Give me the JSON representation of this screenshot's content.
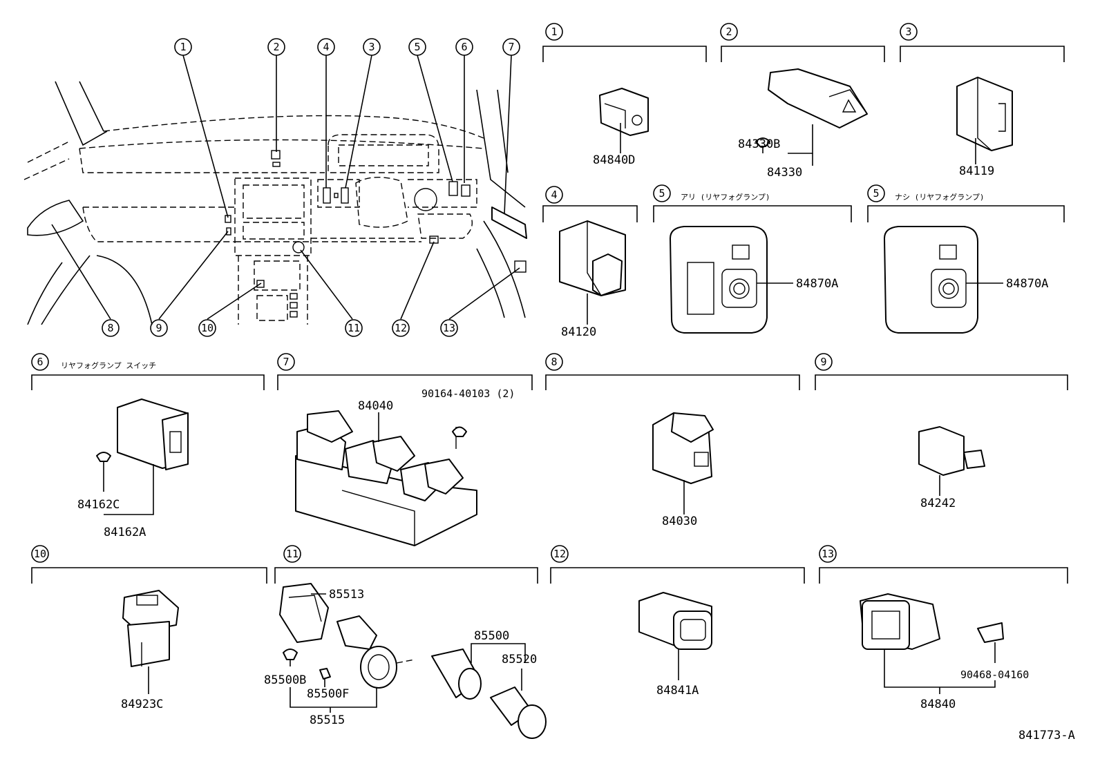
{
  "diagram_id": "841773-A",
  "callouts": [
    "1",
    "2",
    "3",
    "4",
    "5",
    "6",
    "7",
    "8",
    "9",
    "10",
    "11",
    "12",
    "13"
  ],
  "sections": {
    "s1": {
      "num": "1",
      "parts": [
        "84840D"
      ]
    },
    "s2": {
      "num": "2",
      "parts": [
        "84330B",
        "84330"
      ]
    },
    "s3": {
      "num": "3",
      "parts": [
        "84119"
      ]
    },
    "s4": {
      "num": "4",
      "parts": [
        "84120"
      ]
    },
    "s5a": {
      "num": "5",
      "note": "アリ (リヤフォグランプ)",
      "parts": [
        "84870A"
      ]
    },
    "s5b": {
      "num": "5",
      "note": "ナシ (リヤフォグランプ)",
      "parts": [
        "84870A"
      ]
    },
    "s6": {
      "num": "6",
      "note": "リヤフォグランプ スイッチ",
      "parts": [
        "84162C",
        "84162A"
      ]
    },
    "s7": {
      "num": "7",
      "parts": [
        "84040",
        "90164-40103 (2)"
      ]
    },
    "s8": {
      "num": "8",
      "parts": [
        "84030"
      ]
    },
    "s9": {
      "num": "9",
      "parts": [
        "84242"
      ]
    },
    "s10": {
      "num": "10",
      "parts": [
        "84923C"
      ]
    },
    "s11": {
      "num": "11",
      "parts": [
        "85513",
        "85500",
        "85520",
        "85500B",
        "85500F",
        "85515"
      ]
    },
    "s12": {
      "num": "12",
      "parts": [
        "84841A"
      ]
    },
    "s13": {
      "num": "13",
      "parts": [
        "84840",
        "90468-04160"
      ]
    }
  }
}
